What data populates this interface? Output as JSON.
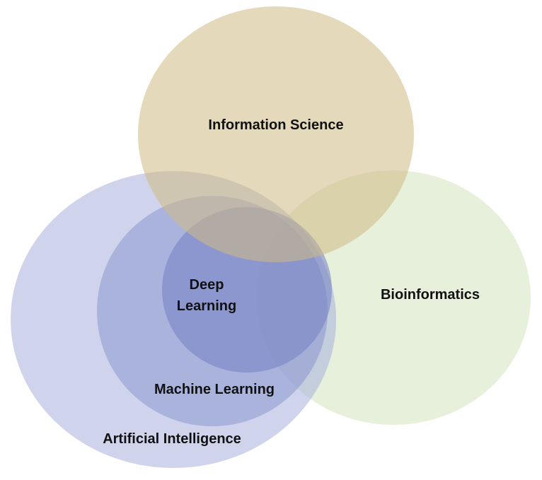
{
  "diagram": {
    "type": "venn",
    "sets": [
      {
        "id": "artificial-intelligence",
        "label": "Artificial Intelligence",
        "color": "#a7b0dc",
        "opacity": 0.55
      },
      {
        "id": "machine-learning",
        "label": "Machine Learning",
        "color": "#8c98d0",
        "opacity": 0.55
      },
      {
        "id": "deep-learning",
        "label": "Deep Learning",
        "label_lines": [
          "Deep",
          "Learning"
        ],
        "color": "#7480c4",
        "opacity": 0.55
      },
      {
        "id": "information-science",
        "label": "Information Science",
        "color": "#cfba84",
        "opacity": 0.55
      },
      {
        "id": "bioinformatics",
        "label": "Bioinformatics",
        "color": "#d6e6c2",
        "opacity": 0.6
      }
    ],
    "relations": [
      {
        "subset": "deep-learning",
        "of": "machine-learning"
      },
      {
        "subset": "machine-learning",
        "of": "artificial-intelligence"
      }
    ]
  }
}
